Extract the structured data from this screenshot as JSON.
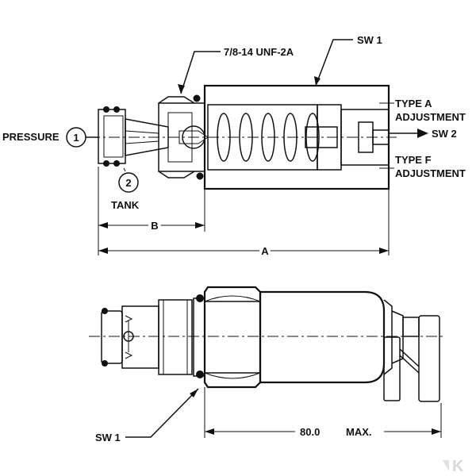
{
  "labels": {
    "thread": "7/8-14 UNF-2A",
    "sw1_top": "SW 1",
    "pressure": "PRESSURE",
    "port1": "1",
    "port2": "2",
    "tank": "TANK",
    "type_a_1": "TYPE A",
    "type_a_2": "ADJUSTMENT",
    "sw2": "SW 2",
    "type_f_1": "TYPE F",
    "type_f_2": "ADJUSTMENT",
    "dim_b": "B",
    "dim_a": "A",
    "sw1_bottom": "SW 1",
    "dim_value": "80.0",
    "dim_max": "MAX."
  },
  "watermark": "K",
  "colors": {
    "ink": "#111111",
    "watermark": "#d8d8d8"
  }
}
